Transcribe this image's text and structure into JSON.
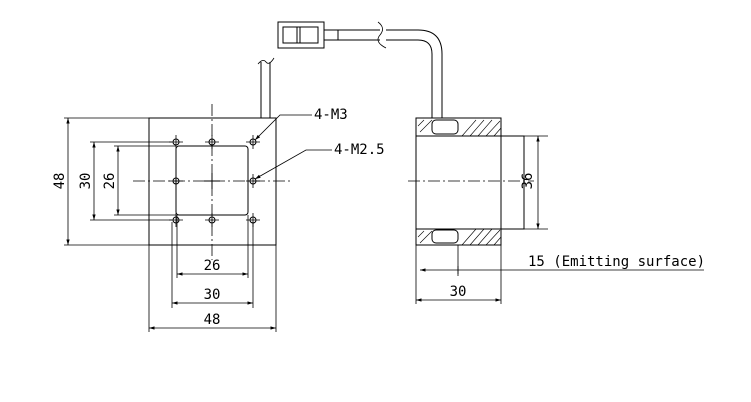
{
  "front_view": {
    "dim_outer_w": "48",
    "dim_mid_w": "30",
    "dim_inner_w": "26",
    "dim_outer_h": "48",
    "dim_mid_h": "30",
    "dim_inner_h": "26",
    "callout_m3": "4-M3",
    "callout_m25": "4-M2.5"
  },
  "side_view": {
    "dim_diameter": "36",
    "dim_depth": "30",
    "dim_emitting": "15 (Emitting surface)"
  }
}
